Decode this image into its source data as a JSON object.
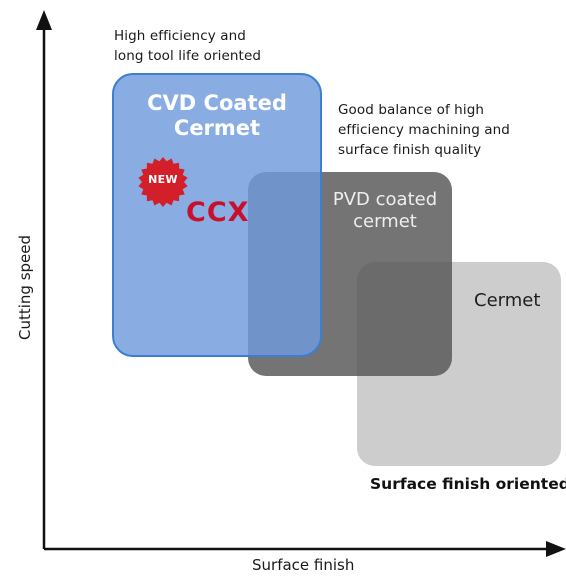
{
  "axes": {
    "x_label": "Surface finish",
    "y_label": "Cutting speed"
  },
  "annotations": {
    "top_left": [
      "High efficiency and",
      "long tool life oriented"
    ],
    "middle": [
      "Good balance of high",
      "efficiency machining and",
      "surface finish quality"
    ],
    "bottom_right": "Surface finish oriented"
  },
  "regions": {
    "cvd": {
      "label_lines": [
        "CVD Coated",
        "Cermet"
      ],
      "color": "#5b8fd6"
    },
    "pvd": {
      "label_lines": [
        "PVD coated",
        "cermet"
      ],
      "color": "#5a5a5a"
    },
    "cermet": {
      "label": "Cermet",
      "color": "#bdbdbd"
    }
  },
  "badge": {
    "text": "NEW",
    "color": "#d31f2a"
  },
  "product": {
    "name": "CCX",
    "color": "#c8102e"
  }
}
